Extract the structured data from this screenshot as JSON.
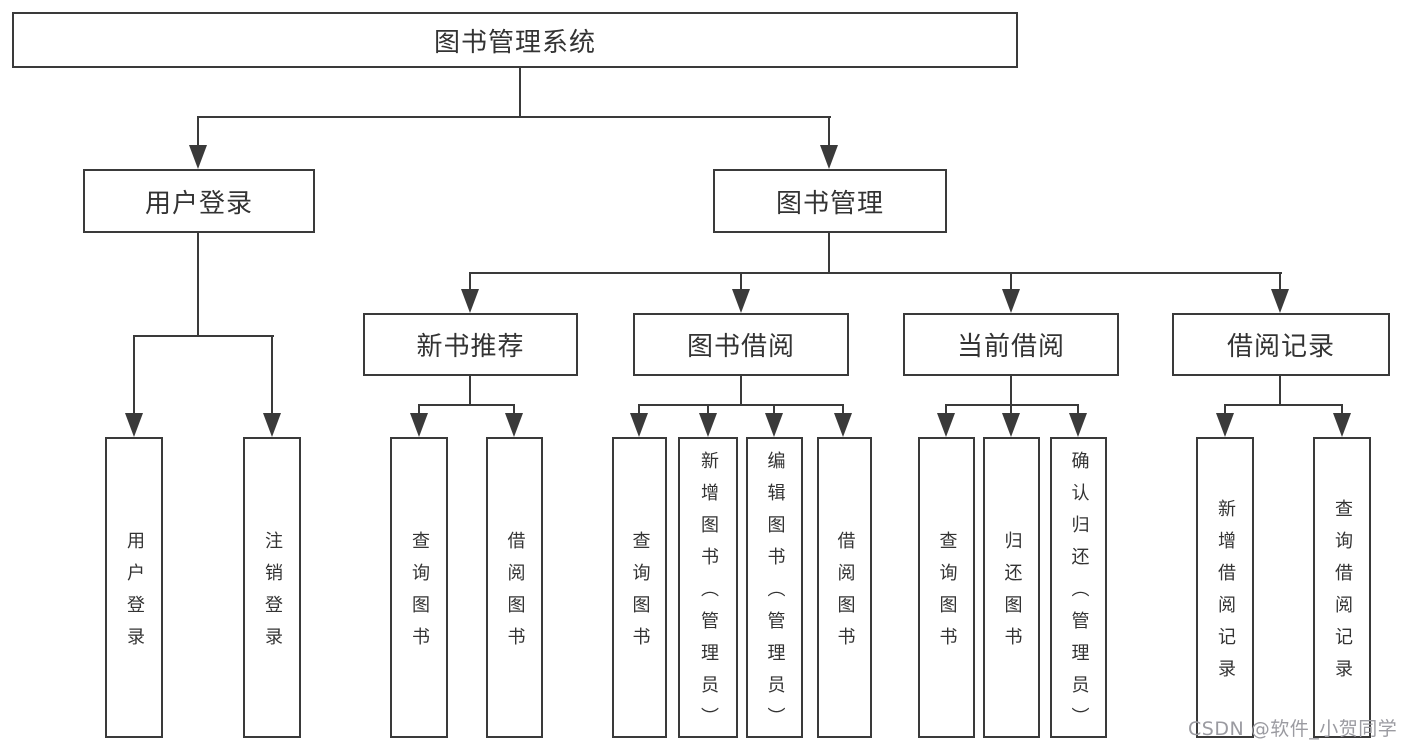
{
  "diagram": {
    "type": "tree",
    "root": {
      "label": "图书管理系统"
    },
    "level2": {
      "user_login": {
        "label": "用户登录"
      },
      "book_mgmt": {
        "label": "图书管理"
      }
    },
    "level3": {
      "new_book_rec": {
        "label": "新书推荐",
        "parent": "图书管理"
      },
      "book_borrow": {
        "label": "图书借阅",
        "parent": "图书管理"
      },
      "current_borrow": {
        "label": "当前借阅",
        "parent": "图书管理"
      },
      "borrow_records": {
        "label": "借阅记录",
        "parent": "图书管理"
      }
    },
    "leaves": {
      "login": {
        "label": "用户登录",
        "parent": "用户登录"
      },
      "logout": {
        "label": "注销登录",
        "parent": "用户登录"
      },
      "rec_query": {
        "label": "查询图书",
        "parent": "新书推荐"
      },
      "rec_borrow": {
        "label": "借阅图书",
        "parent": "新书推荐"
      },
      "bor_query": {
        "label": "查询图书",
        "parent": "图书借阅"
      },
      "bor_add": {
        "label": "新增图书（管理员）",
        "parent": "图书借阅"
      },
      "bor_edit": {
        "label": "编辑图书（管理员）",
        "parent": "图书借阅"
      },
      "bor_borrow": {
        "label": "借阅图书",
        "parent": "图书借阅"
      },
      "cur_query": {
        "label": "查询图书",
        "parent": "当前借阅"
      },
      "cur_return": {
        "label": "归还图书",
        "parent": "当前借阅"
      },
      "cur_confirm": {
        "label": "确认归还（管理员）",
        "parent": "当前借阅"
      },
      "rcd_add": {
        "label": "新增借阅记录",
        "parent": "借阅记录"
      },
      "rcd_query": {
        "label": "查询借阅记录",
        "parent": "借阅记录"
      }
    }
  },
  "watermark": {
    "text": "CSDN @软件_小贺同学"
  },
  "colors": {
    "line": "#3a3a3a",
    "box_border": "#3a3a3a",
    "text": "#333333",
    "background": "#ffffff",
    "watermark": "#9b9ba1"
  }
}
